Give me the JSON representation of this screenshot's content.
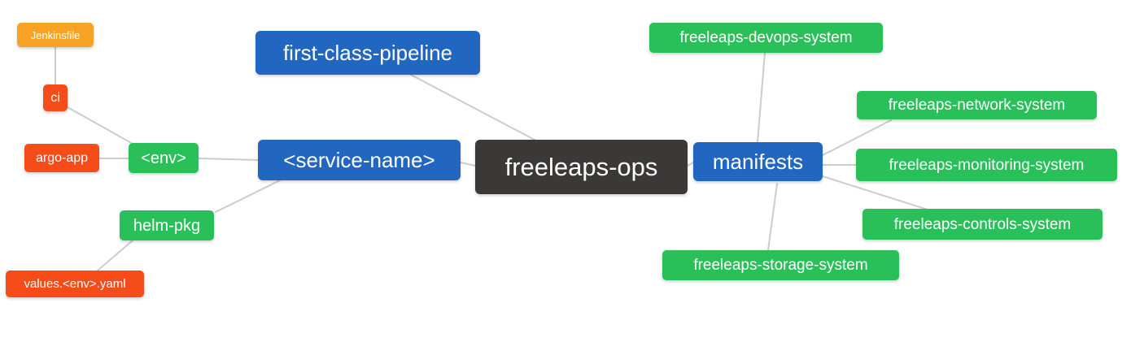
{
  "diagram": {
    "type": "mindmap",
    "root_label": "freeleaps-ops",
    "palette": {
      "root_bg": "#3b3838",
      "branch_blue": "#2166c0",
      "leaf_green": "#29c05a",
      "leaf_red": "#f64c19",
      "leaf_orange": "#f8a325",
      "edge": "#cccccc",
      "text": "#ffffff"
    },
    "nodes": [
      {
        "id": "freeleaps-ops",
        "label": "freeleaps-ops",
        "color": "#3b3838"
      },
      {
        "id": "first-class-pipeline",
        "label": "first-class-pipeline",
        "color": "#2166c0"
      },
      {
        "id": "service-name",
        "label": "<service-name>",
        "color": "#2166c0"
      },
      {
        "id": "manifests",
        "label": "manifests",
        "color": "#2166c0"
      },
      {
        "id": "env",
        "label": "<env>",
        "color": "#29c05a"
      },
      {
        "id": "helm-pkg",
        "label": "helm-pkg",
        "color": "#29c05a"
      },
      {
        "id": "ci",
        "label": "ci",
        "color": "#f64c19"
      },
      {
        "id": "argo-app",
        "label": "argo-app",
        "color": "#f64c19"
      },
      {
        "id": "jenkinsfile",
        "label": "Jenkinsfile",
        "color": "#f8a325"
      },
      {
        "id": "values-env-yaml",
        "label": "values.<env>.yaml",
        "color": "#f64c19"
      },
      {
        "id": "freeleaps-devops-system",
        "label": "freeleaps-devops-system",
        "color": "#29c05a"
      },
      {
        "id": "freeleaps-network-system",
        "label": "freeleaps-network-system",
        "color": "#29c05a"
      },
      {
        "id": "freeleaps-monitoring-system",
        "label": "freeleaps-monitoring-system",
        "color": "#29c05a"
      },
      {
        "id": "freeleaps-controls-system",
        "label": "freeleaps-controls-system",
        "color": "#29c05a"
      },
      {
        "id": "freeleaps-storage-system",
        "label": "freeleaps-storage-system",
        "color": "#29c05a"
      }
    ],
    "edges": [
      {
        "from": "jenkinsfile",
        "to": "ci"
      },
      {
        "from": "ci",
        "to": "env"
      },
      {
        "from": "argo-app",
        "to": "env"
      },
      {
        "from": "env",
        "to": "service-name"
      },
      {
        "from": "helm-pkg",
        "to": "service-name"
      },
      {
        "from": "values-env-yaml",
        "to": "helm-pkg"
      },
      {
        "from": "first-class-pipeline",
        "to": "freeleaps-ops"
      },
      {
        "from": "service-name",
        "to": "freeleaps-ops"
      },
      {
        "from": "manifests",
        "to": "freeleaps-ops"
      },
      {
        "from": "freeleaps-devops-system",
        "to": "manifests"
      },
      {
        "from": "freeleaps-network-system",
        "to": "manifests"
      },
      {
        "from": "freeleaps-monitoring-system",
        "to": "manifests"
      },
      {
        "from": "freeleaps-controls-system",
        "to": "manifests"
      },
      {
        "from": "freeleaps-storage-system",
        "to": "manifests"
      }
    ]
  }
}
